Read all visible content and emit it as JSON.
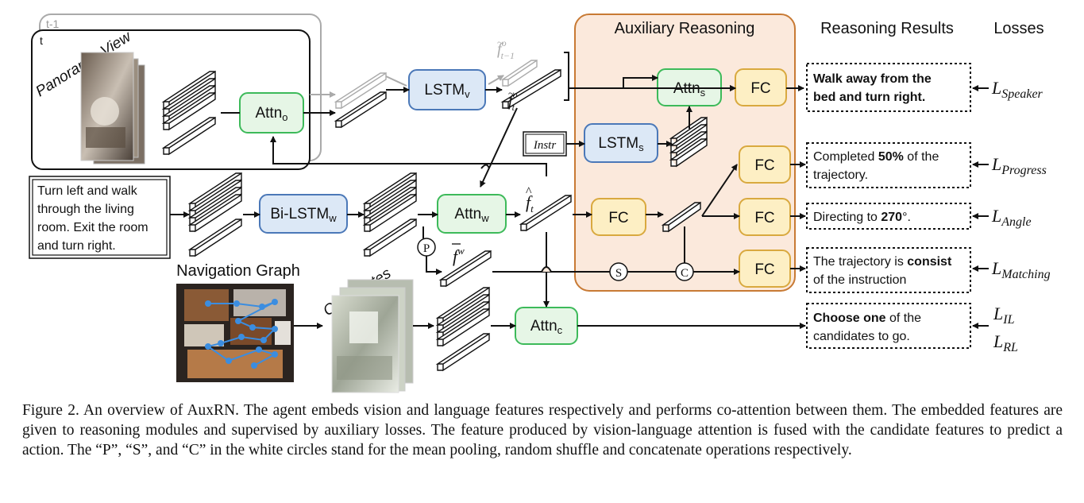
{
  "labels": {
    "t_prev": "t-1",
    "t": "t",
    "panoramic_view": "Panoramic View",
    "navigation_graph": "Navigation Graph",
    "candidates": "Candidates",
    "auxiliary_reasoning": "Auxiliary Reasoning",
    "reasoning_results": "Reasoning Results",
    "losses": "Losses",
    "instr": "Instr"
  },
  "instruction_lines": [
    "Turn left and walk",
    "through the living",
    "room. Exit the room",
    "and turn right."
  ],
  "modules": {
    "attn_o": {
      "main": "Attn",
      "sub": "o"
    },
    "attn_w": {
      "main": "Attn",
      "sub": "w"
    },
    "attn_c": {
      "main": "Attn",
      "sub": "c"
    },
    "attn_s": {
      "main": "Attn",
      "sub": "s"
    },
    "lstm_v": {
      "main": "LSTM",
      "sub": "v"
    },
    "lstm_s": {
      "main": "LSTM",
      "sub": "s"
    },
    "bilstm_w": {
      "main": "Bi-LSTM",
      "sub": "w"
    },
    "fc": "FC"
  },
  "features": {
    "f_o_prev": {
      "base": "f",
      "sup": "o",
      "sub": "t−1"
    },
    "f_o_t": {
      "base": "f",
      "sup": "o",
      "sub": "t"
    },
    "f_t": {
      "base": "f",
      "sub": "t"
    },
    "f_w": {
      "base": "f",
      "sup": "w"
    }
  },
  "ops": {
    "p": "P",
    "s": "S",
    "c": "C"
  },
  "results": {
    "speaker": {
      "lines": [
        "Walk away from the",
        "bed and turn right."
      ]
    },
    "progress": {
      "pre": "Completed ",
      "bold": "50%",
      "post": " of the",
      "line2": "trajectory."
    },
    "angle": {
      "pre": "Directing to ",
      "bold": "270",
      "post": "°."
    },
    "matching": {
      "pre": "The trajectory is ",
      "bold": "consist",
      "line2": "of the instruction"
    },
    "action": {
      "bold": "Choose one",
      "post": " of the",
      "line2": "candidates to go."
    }
  },
  "losses": {
    "speaker": {
      "base": "L",
      "sub": "Speaker"
    },
    "progress": {
      "base": "L",
      "sub": "Progress"
    },
    "angle": {
      "base": "L",
      "sub": "Angle"
    },
    "matching": {
      "base": "L",
      "sub": "Matching"
    },
    "il": {
      "base": "L",
      "sub": "IL"
    },
    "rl": {
      "base": "L",
      "sub": "RL"
    }
  },
  "caption": "Figure 2.  An overview of AuxRN. The agent embeds vision and language features respectively and performs co-attention between them. The embedded features are given to reasoning modules and supervised by auxiliary losses.  The feature produced by vision-language attention is fused with the candidate features to predict a action. The “P”, “S”, and “C” in the white circles stand for the mean pooling, random shuffle and concatenate operations respectively.",
  "colors": {
    "green_fill": "#e6f6e6",
    "green_stroke": "#3dba5a",
    "blue_fill": "#dce8f6",
    "blue_stroke": "#4b78b8",
    "yellow_fill": "#fdefc4",
    "yellow_stroke": "#d9a93f",
    "aux_fill": "#fbe9dc",
    "aux_stroke": "#c87a34"
  }
}
